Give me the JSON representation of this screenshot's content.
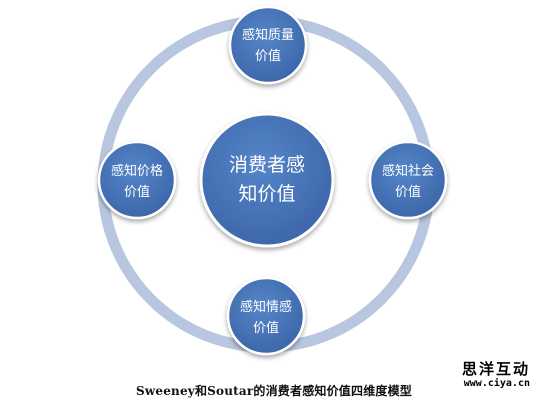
{
  "diagram": {
    "center": {
      "line1": "消费者感",
      "line2": "知价值"
    },
    "nodes": {
      "top": {
        "line1": "感知质量",
        "line2": "价值"
      },
      "right": {
        "line1": "感知社会",
        "line2": "价值"
      },
      "bottom": {
        "line1": "感知情感",
        "line2": "价值"
      },
      "left": {
        "line1": "感知价格",
        "line2": "价值"
      }
    },
    "caption": "Sweeney和Soutar的消费者感知价值四维度模型",
    "colors": {
      "node_fill": "#4472B4",
      "center_fill": "#4673B6",
      "ring": "#B8C6DF",
      "text": "#FFFFFF"
    }
  },
  "watermark": {
    "name": "思洋互动",
    "url": "www.ciya.cn"
  }
}
